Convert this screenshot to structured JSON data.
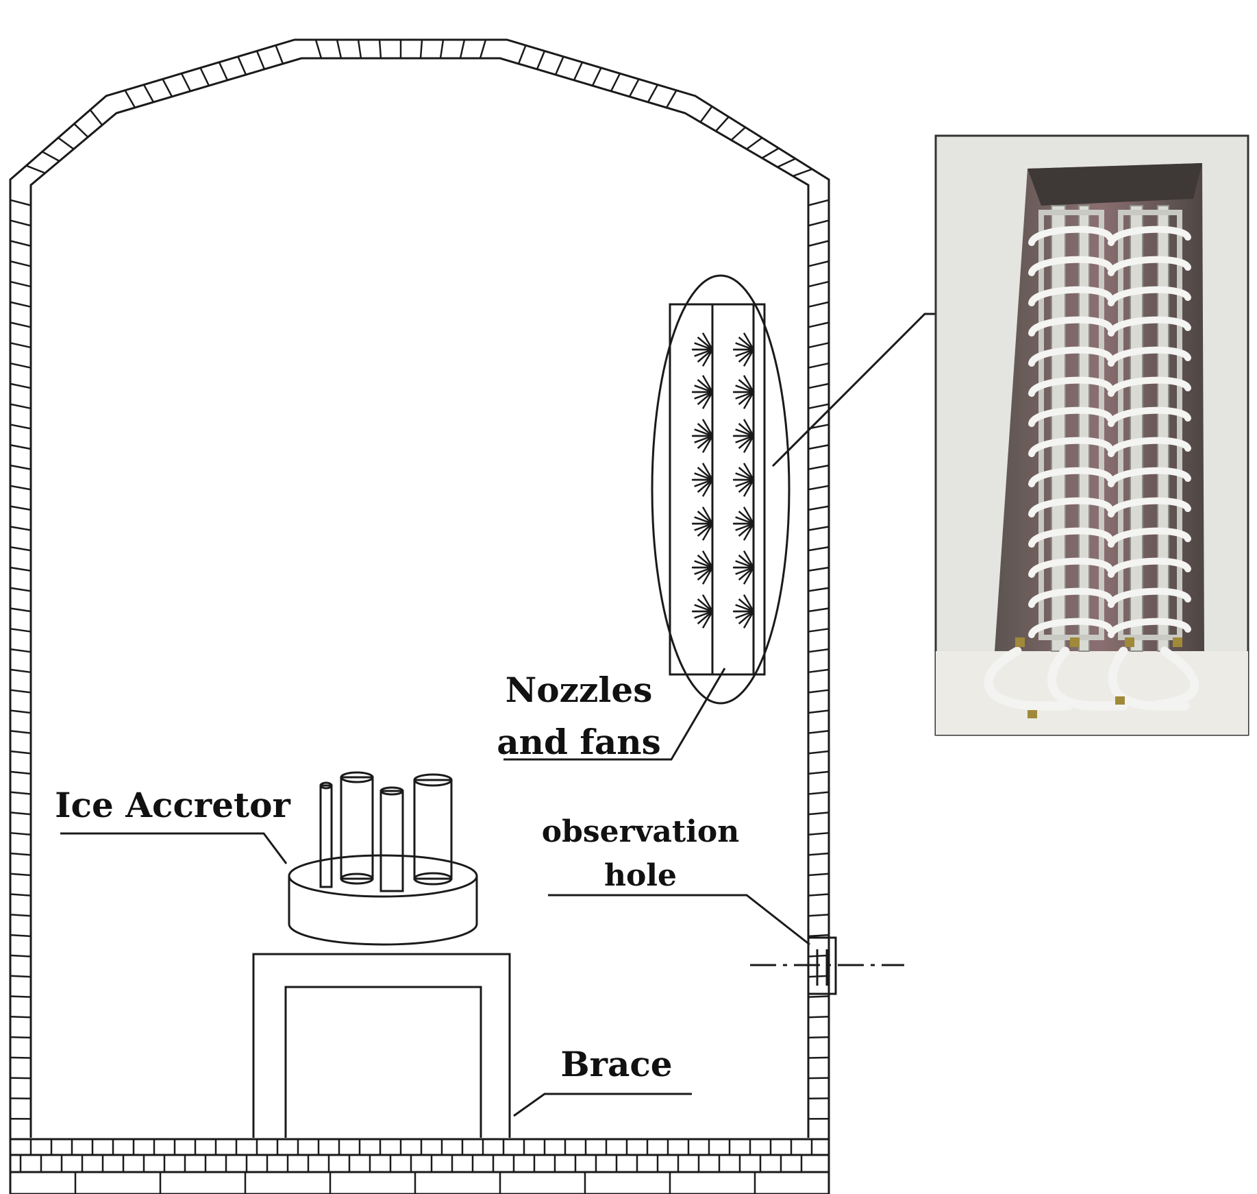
{
  "labels": {
    "nozzles_line1": "Nozzles",
    "nozzles_line2": "and fans",
    "ice_accretor": "Ice Accretor",
    "observation_line1": "observation",
    "observation_line2": "hole",
    "brace": "Brace"
  },
  "colors": {
    "line": "#1a1a1a",
    "photo_frame": "#333333",
    "photo_wall": "#e6e6e2",
    "photo_recess": "#6b6360",
    "pipe": "#d9dad4",
    "ice": "#f4f4f2",
    "fitting": "#a08a3a"
  }
}
